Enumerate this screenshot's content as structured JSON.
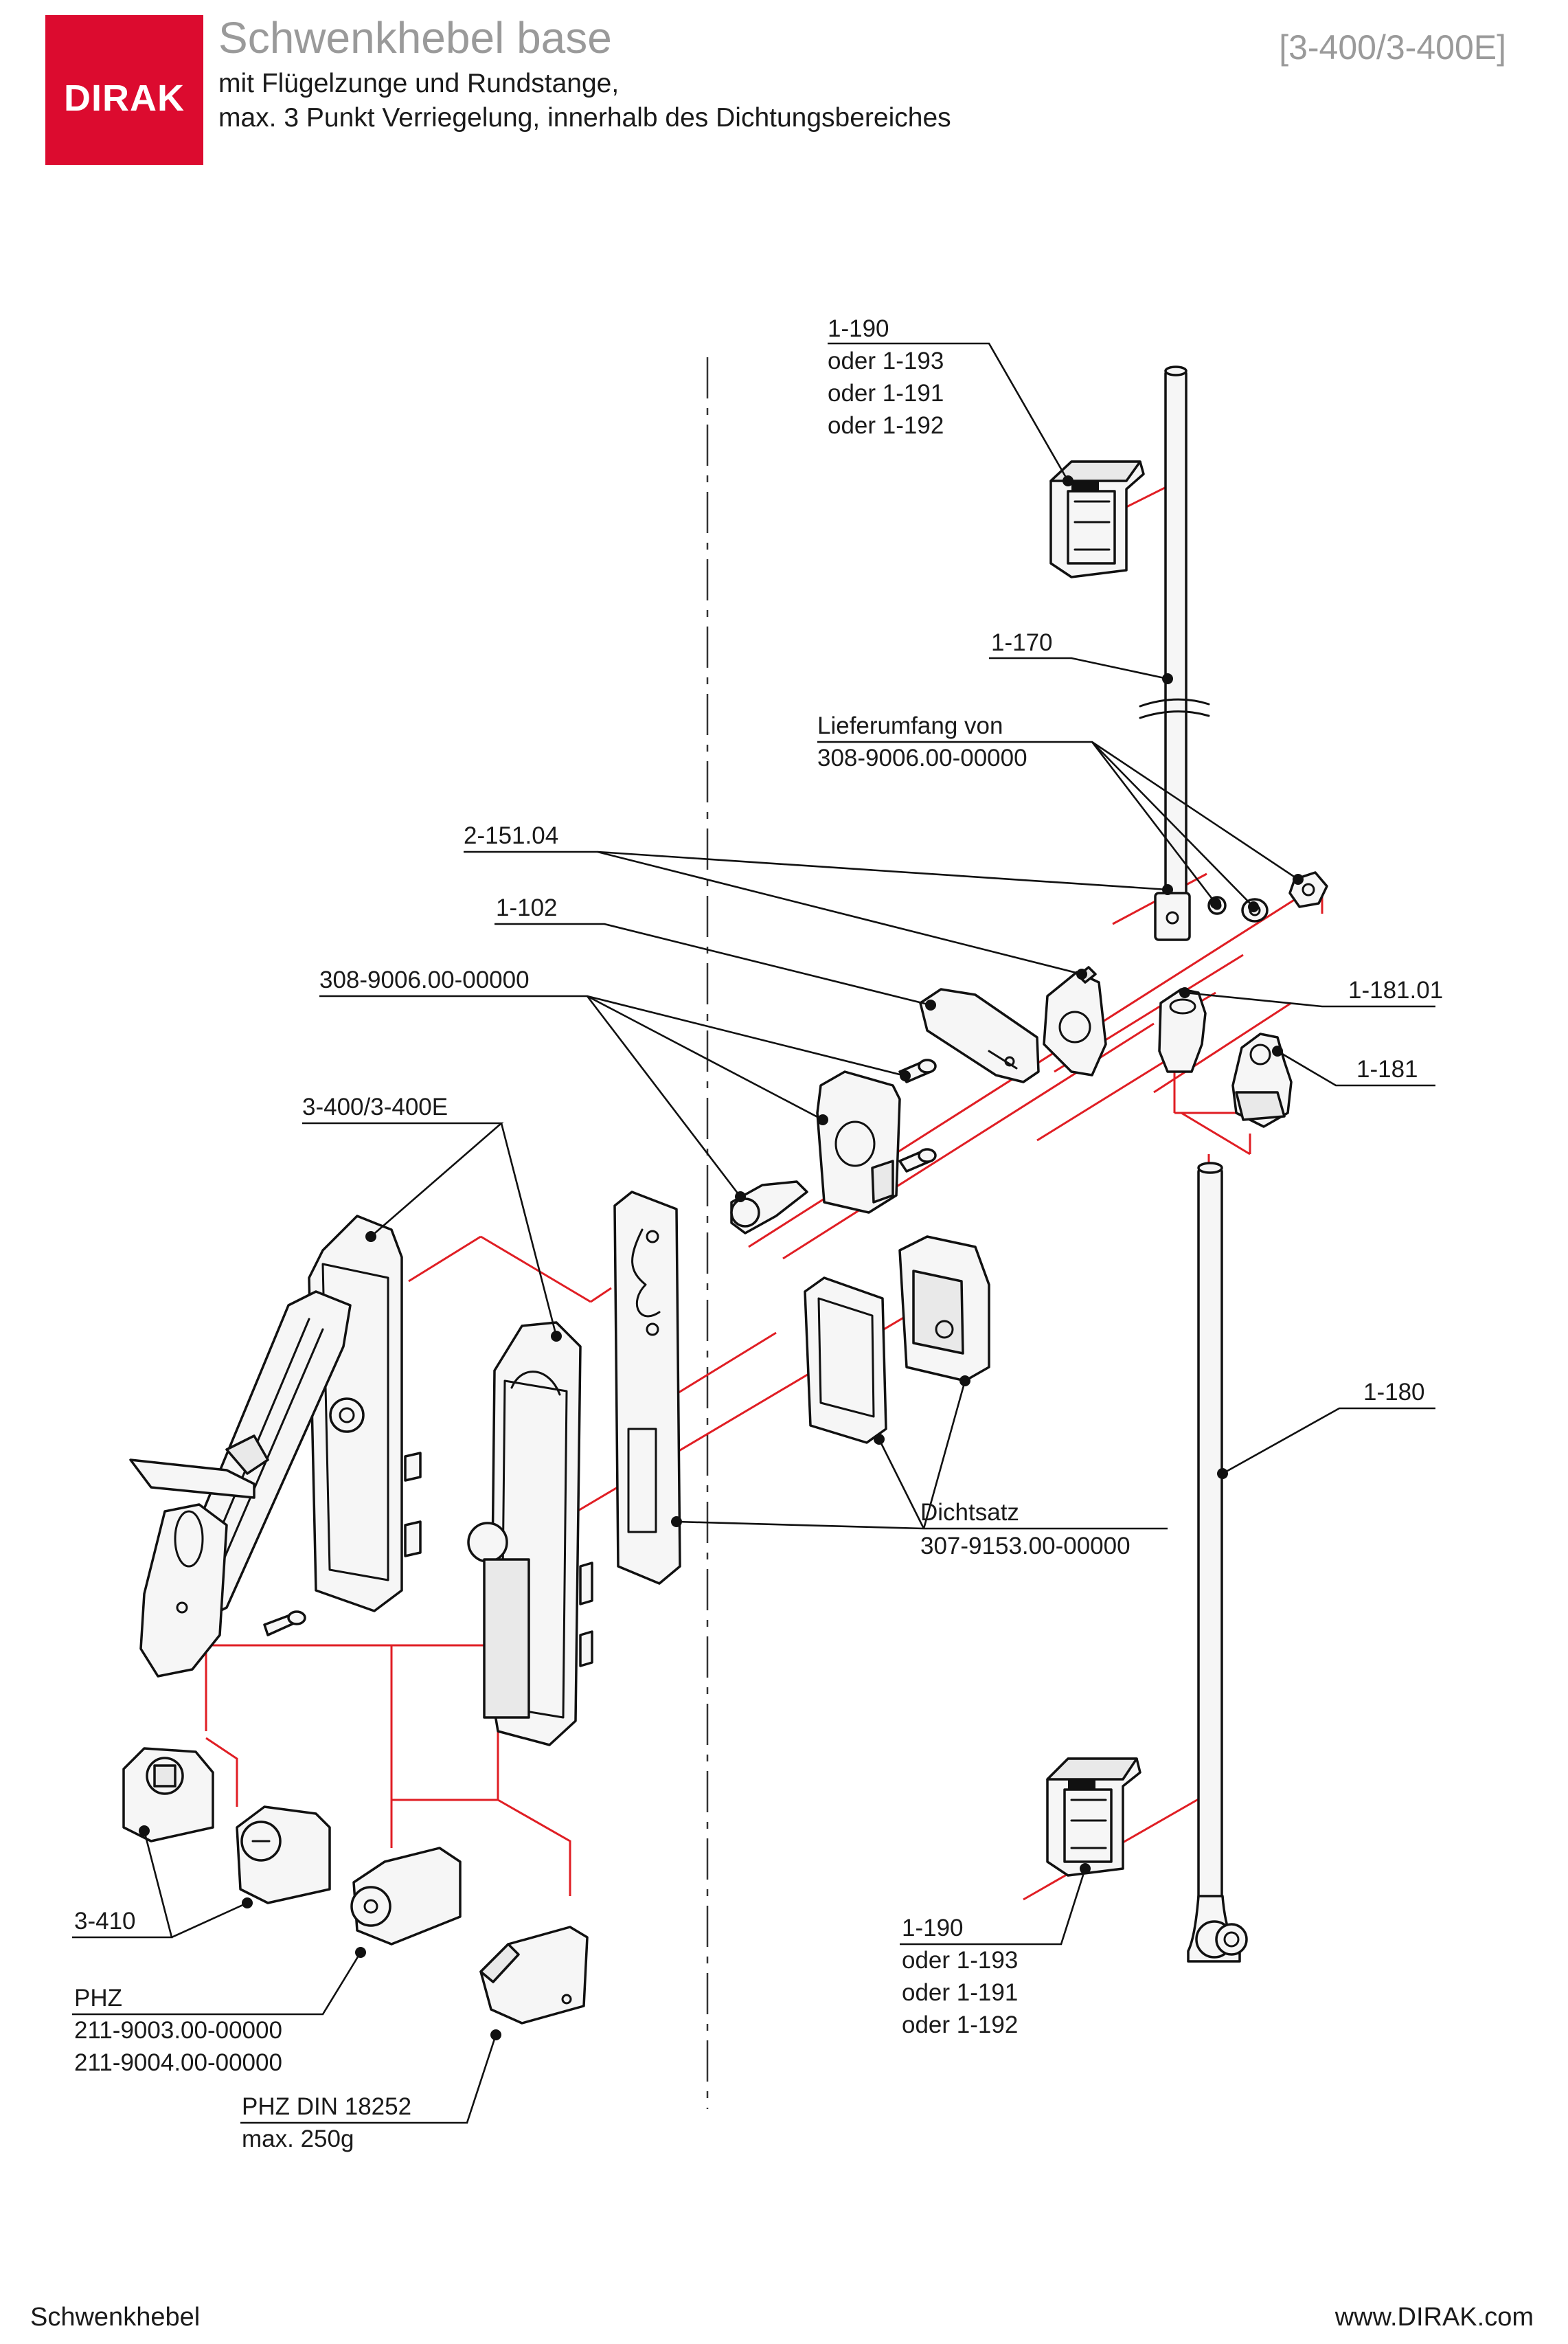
{
  "header": {
    "logo_text": "DIRAK",
    "title": "Schwenkhebel base",
    "code": "[3-400/3-400E]",
    "subtitle_line1": "mit Flügelzunge und Rundstange,",
    "subtitle_line2": "max. 3 Punkt Verriegelung, innerhalb des Dichtungsbereiches",
    "brand_color": "#dc0b2f"
  },
  "labels": {
    "top_190": [
      "1-190",
      "oder 1-193",
      "oder 1-191",
      "oder 1-192"
    ],
    "rod_170": "1-170",
    "lieferumfang": [
      "Lieferumfang von",
      "308-9006.00-00000"
    ],
    "washer_15104": "2-151.04",
    "tongue_102": "1-102",
    "set_308": "308-9006.00-00000",
    "bracket_18101": "1-181.01",
    "bracket_181": "1-181",
    "handle_3400": "3-400/3-400E",
    "rod_180": "1-180",
    "dichtsatz": [
      "Dichtsatz",
      "307-9153.00-00000"
    ],
    "lock_3410": "3-410",
    "phz": [
      "PHZ",
      "211-9003.00-00000",
      "211-9004.00-00000"
    ],
    "phz_din": [
      "PHZ DIN 18252",
      "max. 250g"
    ],
    "bottom_190": [
      "1-190",
      "oder 1-193",
      "oder 1-191",
      "oder 1-192"
    ]
  },
  "colors": {
    "assembly_line": "#e01e24",
    "ink": "#111111"
  },
  "footer": {
    "left": "Schwenkhebel",
    "right": "www.DIRAK.com"
  }
}
